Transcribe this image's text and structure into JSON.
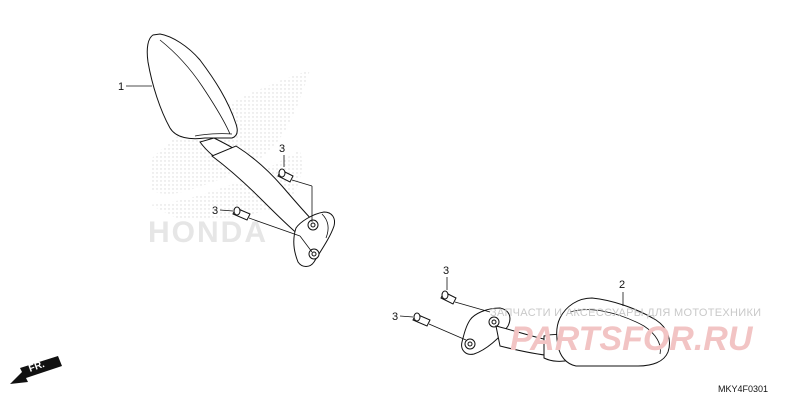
{
  "callouts": {
    "left_mirror": "1",
    "right_mirror": "2",
    "bolt_left_upper": "3",
    "bolt_left_lower": "3",
    "bolt_right_upper": "3",
    "bolt_right_lower": "3"
  },
  "direction_label": "FR.",
  "diagram_code": "MKY4F0301",
  "watermarks": {
    "brand": "HONDA",
    "shop_tagline": "ЗАПЧАСТИ И АКСЕССУАРЫ ДЛЯ МОТОТЕХНИКИ",
    "shop_domain": "PARTSFOR.RU"
  }
}
